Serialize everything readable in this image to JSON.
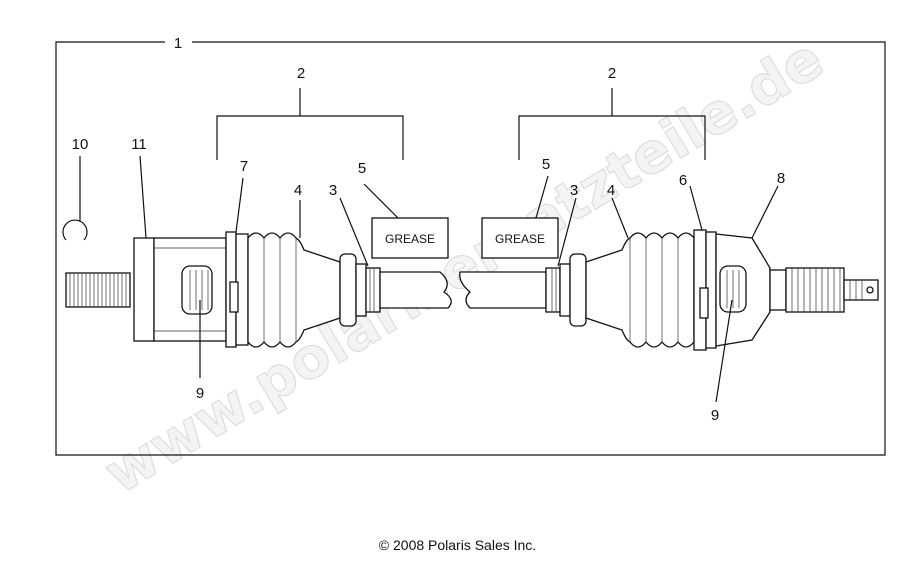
{
  "diagram": {
    "callouts": {
      "c1": "1",
      "c2_left": "2",
      "c2_right": "2",
      "c3_left": "3",
      "c3_right": "3",
      "c4_left": "4",
      "c4_right": "4",
      "c5_left": "5",
      "c5_right": "5",
      "c6": "6",
      "c7": "7",
      "c8": "8",
      "c9_left": "9",
      "c9_right": "9",
      "c10": "10",
      "c11": "11"
    },
    "grease_left": "GREASE",
    "grease_right": "GREASE",
    "watermark": "www.polarisersatzteile.de",
    "copyright": "© 2008 Polaris Sales Inc."
  }
}
